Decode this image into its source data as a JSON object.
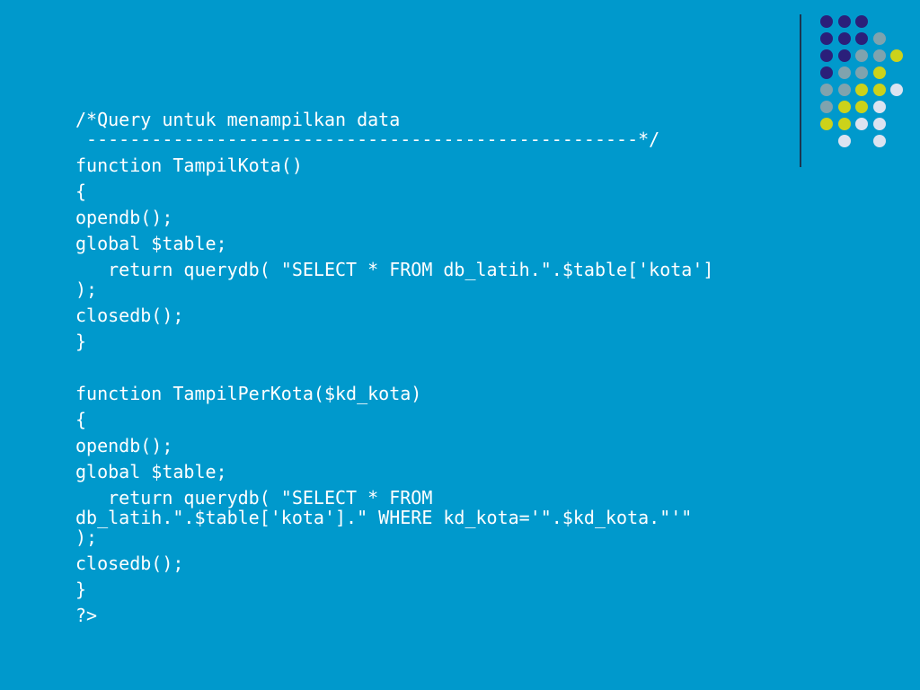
{
  "colors": {
    "background": "#0099CC",
    "text": "#FFFFFF",
    "divider": "#1A3550",
    "dot_purple": "#2B1F7A",
    "dot_gray": "#7FA3AE",
    "dot_yellow": "#CCD21A",
    "dot_light": "#DCE3F0"
  },
  "dot_grid": [
    [
      "purple",
      "purple",
      "purple",
      "none",
      "none"
    ],
    [
      "purple",
      "purple",
      "purple",
      "gray",
      "none"
    ],
    [
      "purple",
      "purple",
      "gray",
      "gray",
      "yellow"
    ],
    [
      "purple",
      "gray",
      "gray",
      "yellow",
      "none"
    ],
    [
      "gray",
      "gray",
      "yellow",
      "yellow",
      "light"
    ],
    [
      "gray",
      "yellow",
      "yellow",
      "light",
      "none"
    ],
    [
      "yellow",
      "yellow",
      "light",
      "light",
      "none"
    ],
    [
      "none",
      "light",
      "none",
      "light",
      "none"
    ]
  ],
  "code": {
    "lines": [
      {
        "text": "/*Query untuk menampilkan data",
        "spacing": "first"
      },
      {
        "text": " ---------------------------------------------------*/",
        "spacing": "wrap"
      },
      {
        "text": "function TampilKota()",
        "spacing": "gap"
      },
      {
        "text": "{",
        "spacing": "gap"
      },
      {
        "text": "opendb();",
        "spacing": "gap"
      },
      {
        "text": "global $table;",
        "spacing": "gap"
      },
      {
        "text": "   return querydb( \"SELECT * FROM db_latih.\".$table['kota']",
        "spacing": "gap"
      },
      {
        "text": ");",
        "spacing": "wrap"
      },
      {
        "text": "closedb();",
        "spacing": "gap"
      },
      {
        "text": "}",
        "spacing": "gap"
      },
      {
        "text": "",
        "spacing": "blank"
      },
      {
        "text": "function TampilPerKota($kd_kota)",
        "spacing": "gap"
      },
      {
        "text": "{",
        "spacing": "gap"
      },
      {
        "text": "opendb();",
        "spacing": "gap"
      },
      {
        "text": "global $table;",
        "spacing": "gap"
      },
      {
        "text": "   return querydb( \"SELECT * FROM",
        "spacing": "gap"
      },
      {
        "text": "db_latih.\".$table['kota'].\" WHERE kd_kota='\".$kd_kota.\"'\"",
        "spacing": "wrap"
      },
      {
        "text": ");",
        "spacing": "wrap"
      },
      {
        "text": "closedb();",
        "spacing": "gap"
      },
      {
        "text": "}",
        "spacing": "gap"
      },
      {
        "text": "?>",
        "spacing": "gap"
      }
    ]
  }
}
